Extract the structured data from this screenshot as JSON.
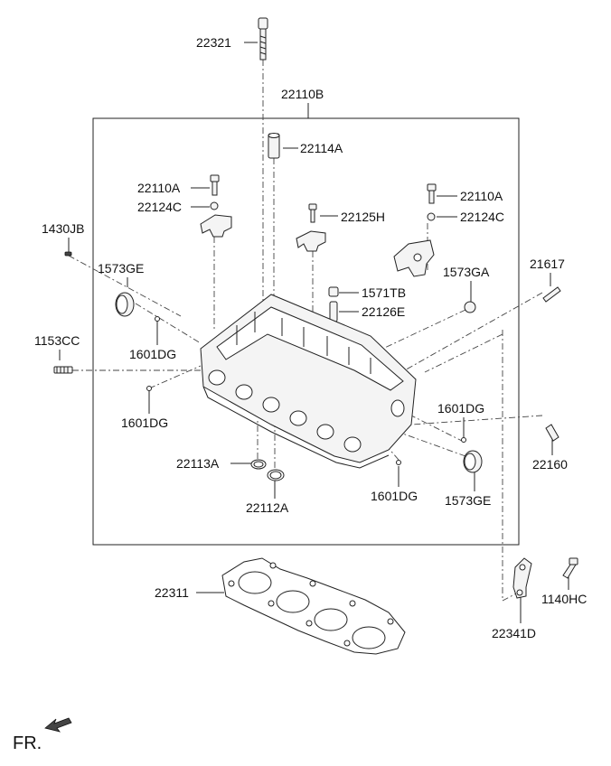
{
  "labels": {
    "p22321": "22321",
    "p22110B": "22110B",
    "p22114A": "22114A",
    "p22110A_left": "22110A",
    "p22124C_left": "22124C",
    "p22125H": "22125H",
    "p22110A_right": "22110A",
    "p22124C_right": "22124C",
    "p1430JB": "1430JB",
    "p1573GE_top": "1573GE",
    "p21617": "21617",
    "p1573GA": "1573GA",
    "p1571TB": "1571TB",
    "p22126E": "22126E",
    "p1153CC": "1153CC",
    "p1601DG_a": "1601DG",
    "p1601DG_b": "1601DG",
    "p1601DG_c": "1601DG",
    "p1601DG_d": "1601DG",
    "p22160": "22160",
    "p22113A": "22113A",
    "p22112A": "22112A",
    "p1573GE_bottom": "1573GE",
    "p22311": "22311",
    "p1140HC": "1140HC",
    "p22341D": "22341D",
    "front": "FR."
  },
  "icons": {
    "front_arrow": "front-direction-arrow"
  }
}
